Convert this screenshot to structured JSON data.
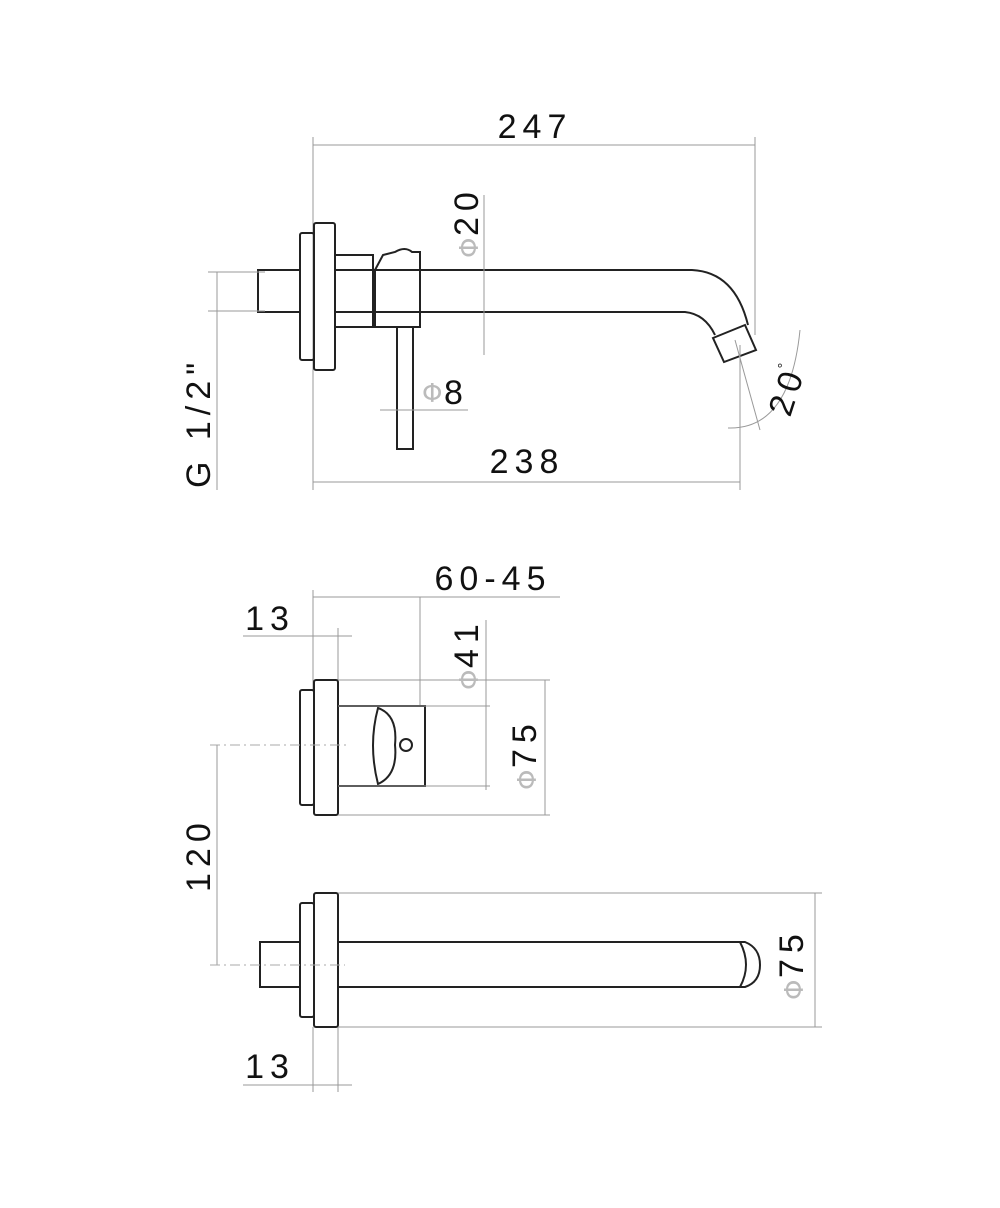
{
  "side_view": {
    "overall_length": "247",
    "spout_reach": "238",
    "spout_diameter": "20",
    "lever_diameter": "8",
    "thread": "G 1/2\"",
    "spout_angle": "20",
    "degree_symbol": "°",
    "diameter_symbol": "Φ"
  },
  "front_view": {
    "body_depth": "60-45",
    "plate_thickness": "13",
    "body_diameter": "41",
    "plate_diameter": "75",
    "distance_between_centers": "120"
  },
  "top_view": {
    "plate_diameter": "75",
    "plate_thickness": "13"
  }
}
